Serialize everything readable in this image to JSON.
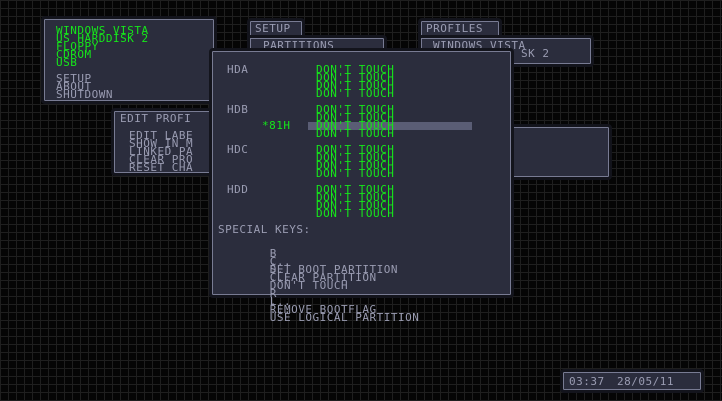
{
  "boot_menu": {
    "entries": [
      "WINDOWS VISTA",
      "US HARDDISK 2",
      "FLOPPY",
      "CDROM",
      "USB"
    ],
    "commands": [
      "SETUP",
      "ABOUT",
      "SHUTDOWN"
    ]
  },
  "setup_tab": {
    "label": "SETUP",
    "items": [
      "PARTITIONS"
    ]
  },
  "profiles_tab": {
    "label": "PROFILES",
    "items": [
      "WINDOWS VISTA",
      "SK 2"
    ]
  },
  "edit_profile": {
    "title": "EDIT PROFI",
    "items": [
      "EDIT LABE",
      "SHOW IN M",
      "LINKED PA",
      "CLEAR PRO",
      "RESET CHA"
    ]
  },
  "partitions": {
    "disks": [
      {
        "name": "HDA",
        "type_code": "",
        "rows": [
          "DON'T TOUCH",
          "DON'T TOUCH",
          "DON'T TOUCH",
          "DON'T TOUCH"
        ]
      },
      {
        "name": "HDB",
        "type_code": "*81H",
        "rows": [
          "DON'T TOUCH",
          "DON'T TOUCH",
          "DON'T TOUCH",
          "DON'T TOUCH"
        ]
      },
      {
        "name": "HDC",
        "type_code": "",
        "rows": [
          "DON'T TOUCH",
          "DON'T TOUCH",
          "DON'T TOUCH",
          "DON'T TOUCH"
        ]
      },
      {
        "name": "HDD",
        "type_code": "",
        "rows": [
          "DON'T TOUCH",
          "DON'T TOUCH",
          "DON'T TOUCH",
          "DON'T TOUCH"
        ]
      }
    ],
    "special_keys_title": "SPECIAL KEYS:",
    "keys": [
      {
        "key": "B",
        "sep": "...",
        "action": "SET BOOT PARTITION"
      },
      {
        "key": "C",
        "sep": "...",
        "action": "CLEAR PARTITION"
      },
      {
        "key": "D",
        "sep": "...",
        "action": "DON'T TOUCH"
      },
      {
        "key": "R",
        "sep": "...",
        "action": "REMOVE BOOTFLAG"
      },
      {
        "key": "L",
        "sep": "...",
        "action": "USE LOGICAL PARTITION"
      }
    ]
  },
  "clock": {
    "time": "03:37",
    "date": "28/05/11"
  },
  "colors": {
    "background": "#050505",
    "grid": "#1f1f1f",
    "panel": "#2b2d3d",
    "panel_edge": "#787b93",
    "text_green": "#15e71a",
    "text_grey": "#9a9cb2"
  }
}
